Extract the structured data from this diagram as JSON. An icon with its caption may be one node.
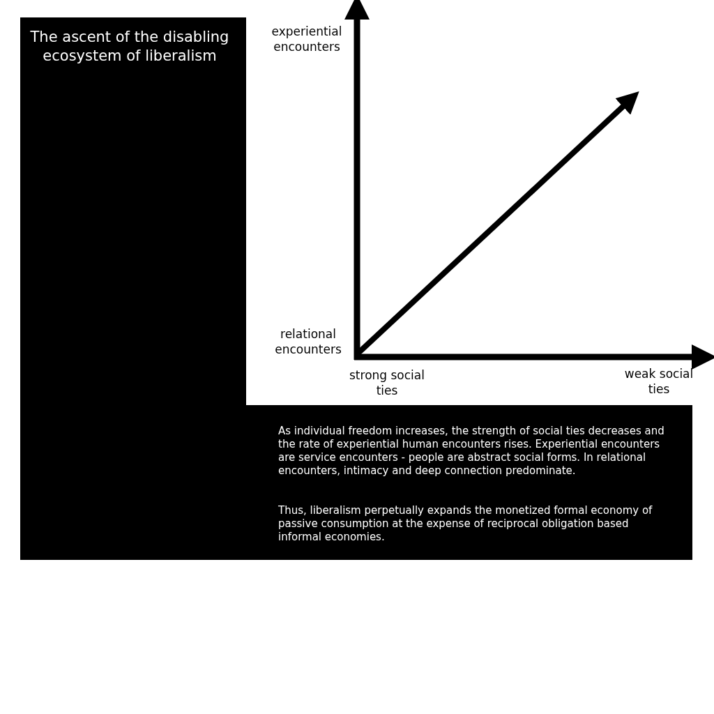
{
  "diagram": {
    "title": "The ascent of the disabling ecosystem of liberalism",
    "labels": [
      "experiential encounters",
      "relational encounters",
      "strong social ties",
      "weak social ties",
      "As individual freedom increases, the strength of social ties decreases and the rate of experiential human encounters rises. Experiential encounters are service encounters - people are abstract social forms. In relational encounters, intimacy and deep connection predominate.",
      "Thus, liberalism perpetually expands the monetized formal economy of passive consumption at the expense of reciprocal obligation based informal economies."
    ]
  }
}
